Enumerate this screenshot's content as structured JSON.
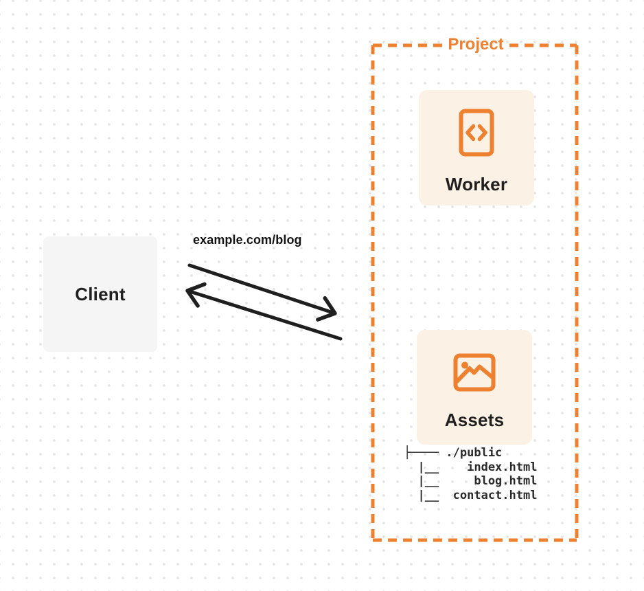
{
  "diagram": {
    "project": {
      "label": "Project",
      "border_style": "dashed",
      "border_color": "#ee8130"
    },
    "client": {
      "label": "Client",
      "background": "#f5f5f6"
    },
    "request": {
      "label": "example.com/blog",
      "arrows": [
        "request-arrow-to-project",
        "response-arrow-to-client"
      ],
      "arrow_color": "#1f1f1f"
    },
    "worker": {
      "label": "Worker",
      "icon": "code-file-icon",
      "card_background": "#fbf1e4"
    },
    "assets": {
      "label": "Assets",
      "icon": "image-icon",
      "card_background": "#fbf1e4",
      "file_tree": "├──── ./public\n  |__    index.html\n  |__     blog.html\n  |__  contact.html",
      "files": [
        "./public",
        "index.html",
        "blog.html",
        "contact.html"
      ]
    },
    "colors": {
      "accent_orange": "#ee8130",
      "ink": "#1f1f1f",
      "dot_grid": "#e3e3e6"
    }
  }
}
